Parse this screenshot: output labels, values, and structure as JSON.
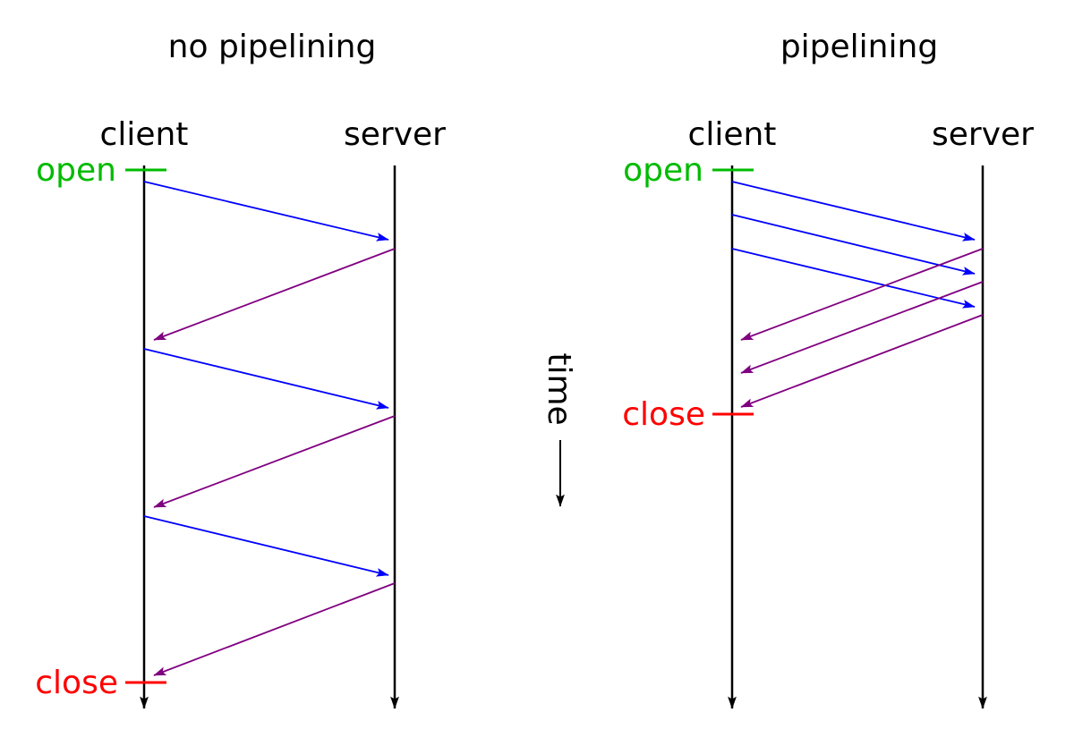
{
  "panels": [
    {
      "title": "no pipelining",
      "client": "client",
      "server": "server",
      "open": "open",
      "close": "close"
    },
    {
      "title": "pipelining",
      "client": "client",
      "server": "server",
      "open": "open",
      "close": "close"
    }
  ],
  "time_label": "time",
  "colors": {
    "request": "#0000ff",
    "response": "#800080",
    "open": "#00bb00",
    "close": "#ff0000",
    "timeline": "#000000"
  }
}
